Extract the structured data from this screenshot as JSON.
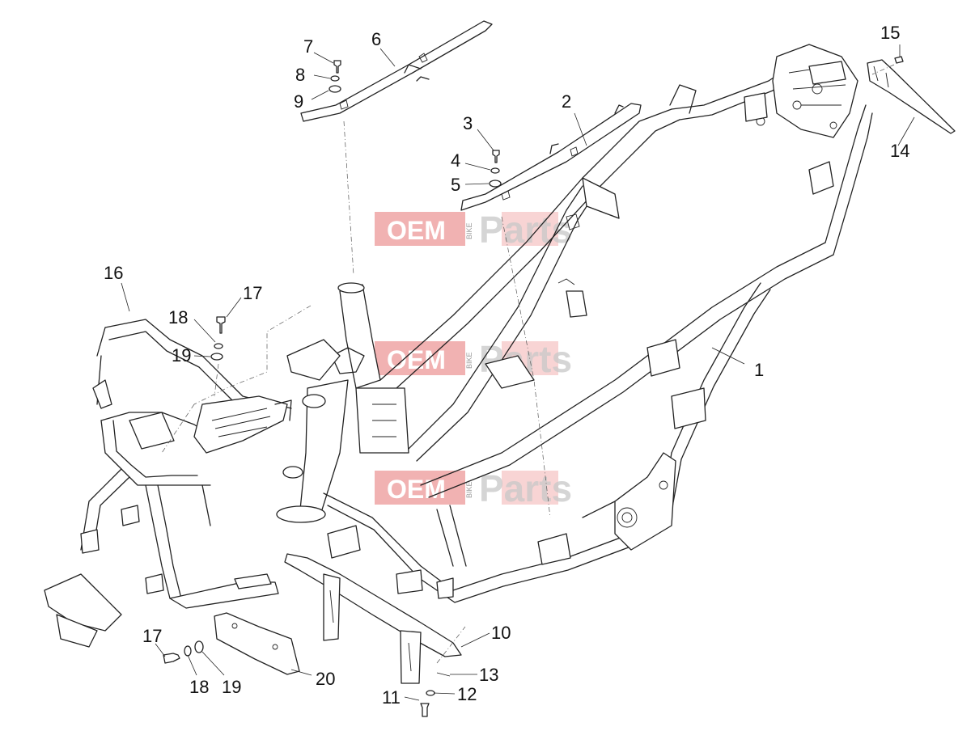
{
  "watermark": {
    "oem": "OEM",
    "bike": "BIKE",
    "parts": "Parts",
    "accent": "#e57373"
  },
  "callouts": {
    "c1": "1",
    "c2": "2",
    "c3": "3",
    "c4": "4",
    "c5": "5",
    "c6": "6",
    "c7": "7",
    "c8": "8",
    "c9": "9",
    "c10": "10",
    "c11": "11",
    "c12": "12",
    "c13": "13",
    "c14": "14",
    "c15": "15",
    "c16": "16",
    "c17a": "17",
    "c17b": "17",
    "c18a": "18",
    "c18b": "18",
    "c19a": "19",
    "c19b": "19",
    "c20": "20"
  }
}
